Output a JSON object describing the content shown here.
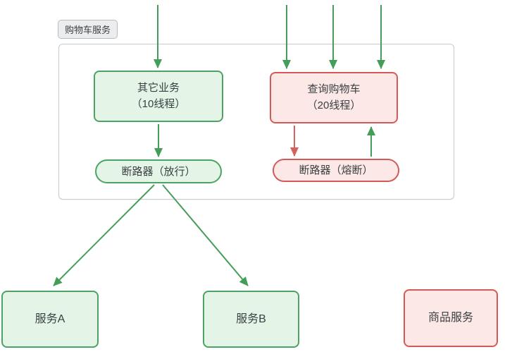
{
  "diagram": {
    "group_label": "购物车服务",
    "nodes": {
      "other_business": {
        "line1": "其它业务",
        "line2": "（10线程）"
      },
      "query_cart": {
        "line1": "查询购物车",
        "line2": "（20线程）"
      },
      "breaker_pass": {
        "label": "断路器（放行）"
      },
      "breaker_fused": {
        "label": "断路器（熔断）"
      },
      "service_a": {
        "label": "服务A"
      },
      "service_b": {
        "label": "服务B"
      },
      "product_service": {
        "label": "商品服务"
      }
    },
    "edges": [
      "top-request-1 -> other_business",
      "top-request-2 -> query_cart",
      "top-request-3 -> query_cart",
      "top-request-4 -> query_cart",
      "other_business -> breaker_pass",
      "query_cart -> breaker_fused (red)",
      "breaker_fused -> query_cart (green up)",
      "breaker_pass -> service_a",
      "breaker_pass -> service_b"
    ]
  },
  "colors": {
    "green_border": "#4ca363",
    "green_fill": "#e4f5e7",
    "red_border": "#d65955",
    "red_fill": "#fce8e6",
    "arrow_green": "#449e5a",
    "arrow_red": "#d5625f",
    "container_border": "#c6cbcf",
    "label_bg": "#ecedef",
    "label_border": "#b6bcc2",
    "text": "#3b4043"
  }
}
